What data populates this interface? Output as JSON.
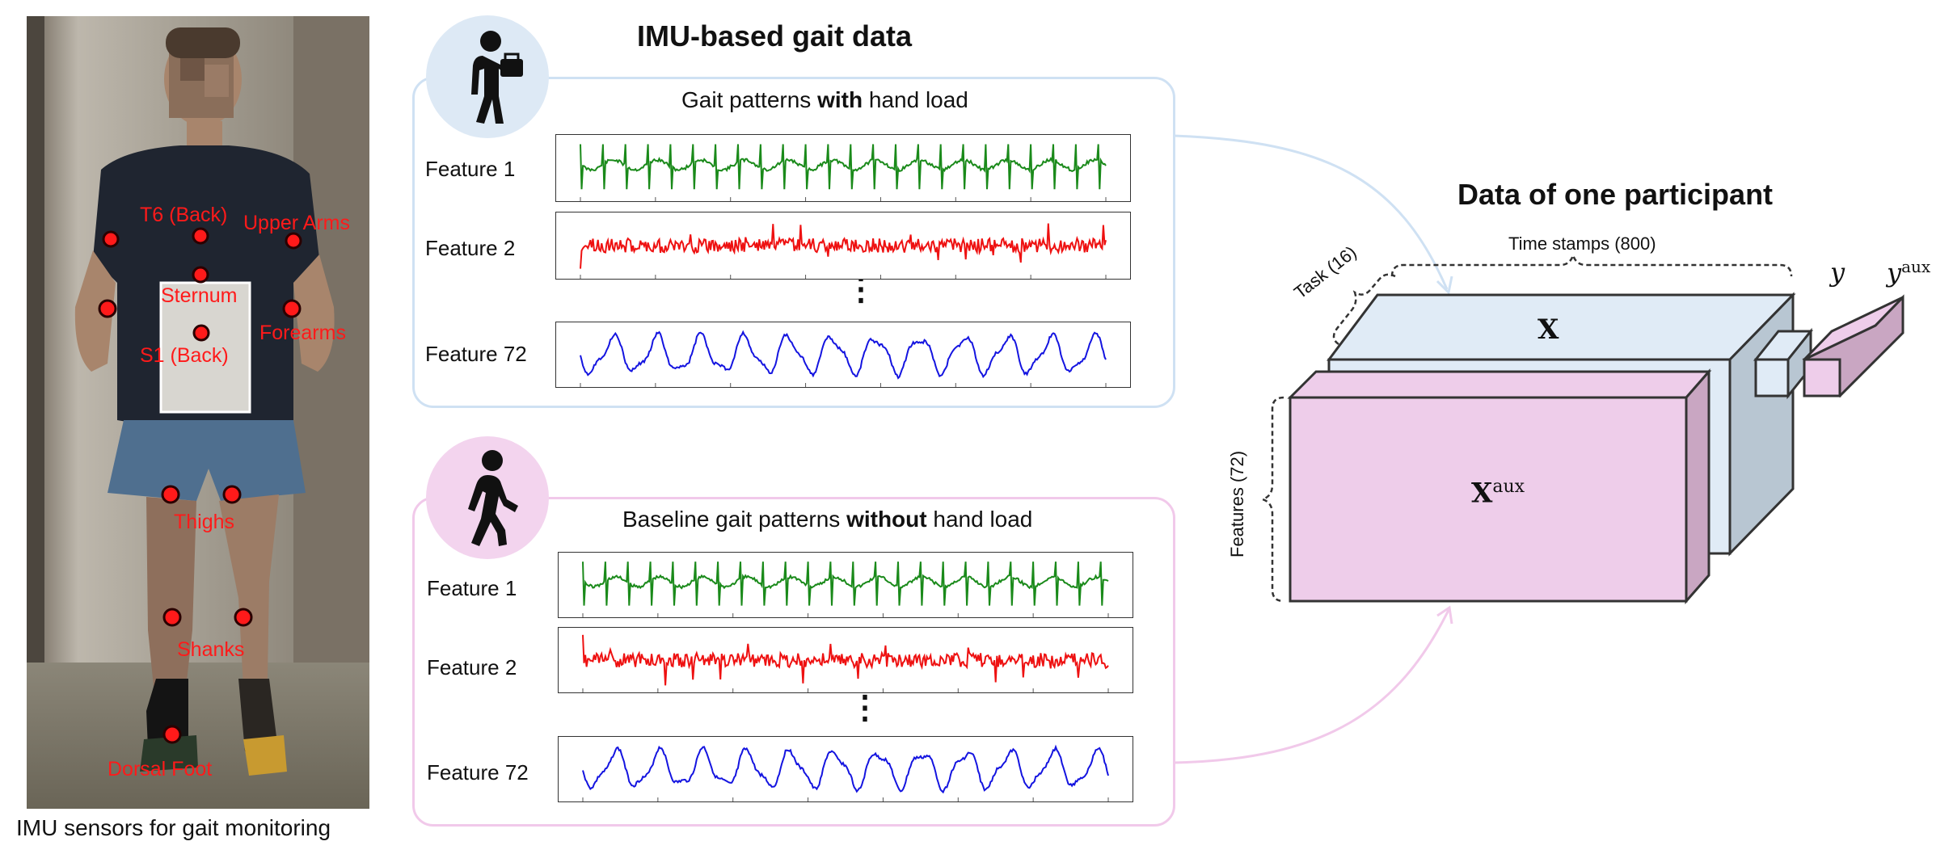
{
  "photo_panel": {
    "caption": "IMU sensors for gait monitoring",
    "sensor_labels": {
      "t6": "T6 (Back)",
      "upper_arms": "Upper Arms",
      "sternum": "Sternum",
      "forearms": "Forearms",
      "s1": "S1 (Back)",
      "thighs": "Thighs",
      "shanks": "Shanks",
      "dorsal_foot": "Dorsal Foot"
    },
    "sensor_color": "#ff1a1a"
  },
  "gait_section": {
    "title": "IMU-based gait data",
    "with_load": {
      "title_prefix": "Gait patterns ",
      "title_bold": "with",
      "title_suffix": " hand load",
      "border_color": "#cfe1f3",
      "icon_bg": "#dde9f5",
      "features": [
        "Feature 1",
        "Feature 2",
        "Feature 72"
      ],
      "vdots": "⋮"
    },
    "without_load": {
      "title_prefix": "Baseline gait patterns ",
      "title_bold": "without",
      "title_suffix": " hand load",
      "border_color": "#f1c9ea",
      "icon_bg": "#f3d4ee",
      "features": [
        "Feature 1",
        "Feature 2",
        "Feature 72"
      ],
      "vdots": "⋮"
    },
    "signal_colors": [
      "#1a8a1a",
      "#ee1111",
      "#1414e0"
    ]
  },
  "participant": {
    "title": "Data of one participant",
    "time_label": "Time stamps (800)",
    "task_label": "Task (16)",
    "features_label": "Features (72)",
    "x_label": "X",
    "xaux_main": "X",
    "xaux_sup": "aux",
    "y_label": "y",
    "yaux_main": "y",
    "yaux_sup": "aux",
    "colors": {
      "blue_face": "#e0ebf6",
      "blue_side": "#b8c6d2",
      "pink_face": "#eecdea",
      "pink_side": "#c9a6c2"
    }
  }
}
